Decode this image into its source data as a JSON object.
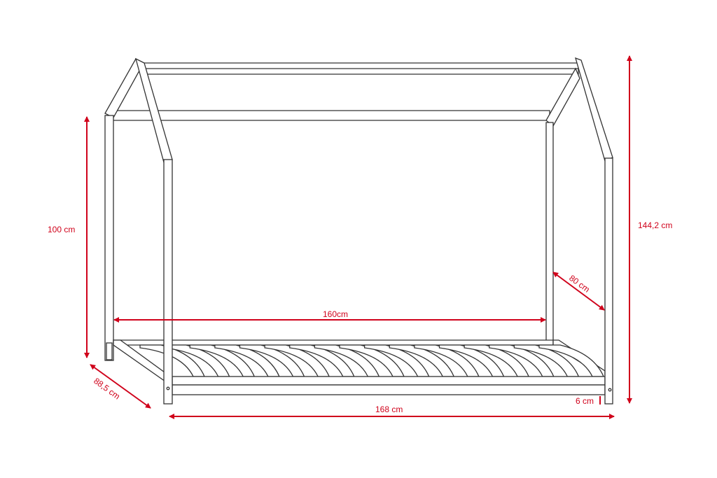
{
  "diagram": {
    "subject": "house-frame-bed",
    "accent_color": "#d0021b",
    "slat_count": 17,
    "dimensions": {
      "height_post": "100 cm",
      "inner_length": "160cm",
      "inner_width": "80 cm",
      "total_height": "144,2 cm",
      "total_width": "88,5 cm",
      "total_length": "168 cm",
      "clearance": "6 cm"
    }
  }
}
